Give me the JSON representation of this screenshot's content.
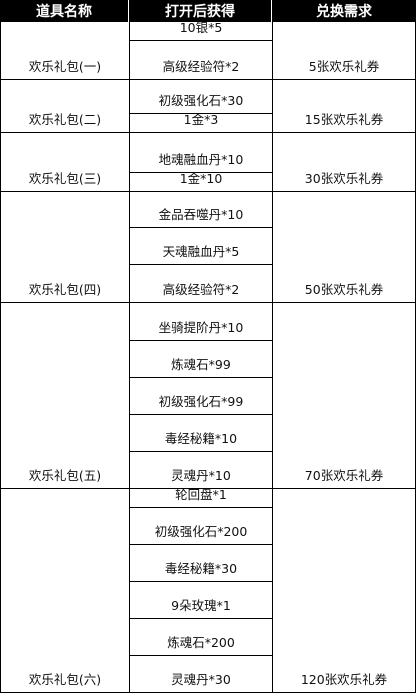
{
  "headers": [
    "道具名称",
    "打开后获得",
    "兑换需求"
  ],
  "rows": [
    {
      "name": "欢乐礼包(一)",
      "items": [
        "10银*5",
        "高级经验符*2"
      ],
      "need": "5张欢乐礼券"
    },
    {
      "name": "欢乐礼包(二)",
      "items": [
        "初级强化石*30",
        "1金*3"
      ],
      "need": "15张欢乐礼券"
    },
    {
      "name": "欢乐礼包(三)",
      "items": [
        "地魂融血丹*10",
        "1金*10"
      ],
      "need": "30张欢乐礼券"
    },
    {
      "name": "欢乐礼包(四)",
      "items": [
        "金品吞噬丹*10",
        "天魂融血丹*5",
        "高级经验符*2"
      ],
      "need": "50张欢乐礼券"
    },
    {
      "name": "欢乐礼包(五)",
      "items": [
        "坐骑提阶丹*10",
        "炼魂石*99",
        "初级强化石*99",
        "毒经秘籍*10",
        "灵魂丹*10"
      ],
      "need": "70张欢乐礼券"
    },
    {
      "name": "欢乐礼包(六)",
      "items": [
        "轮回盘*1",
        "初级强化石*200",
        "毒经秘籍*30",
        "9朵玫瑰*1",
        "炼魂石*200",
        "灵魂丹*30"
      ],
      "need": "120张欢乐礼券"
    }
  ]
}
